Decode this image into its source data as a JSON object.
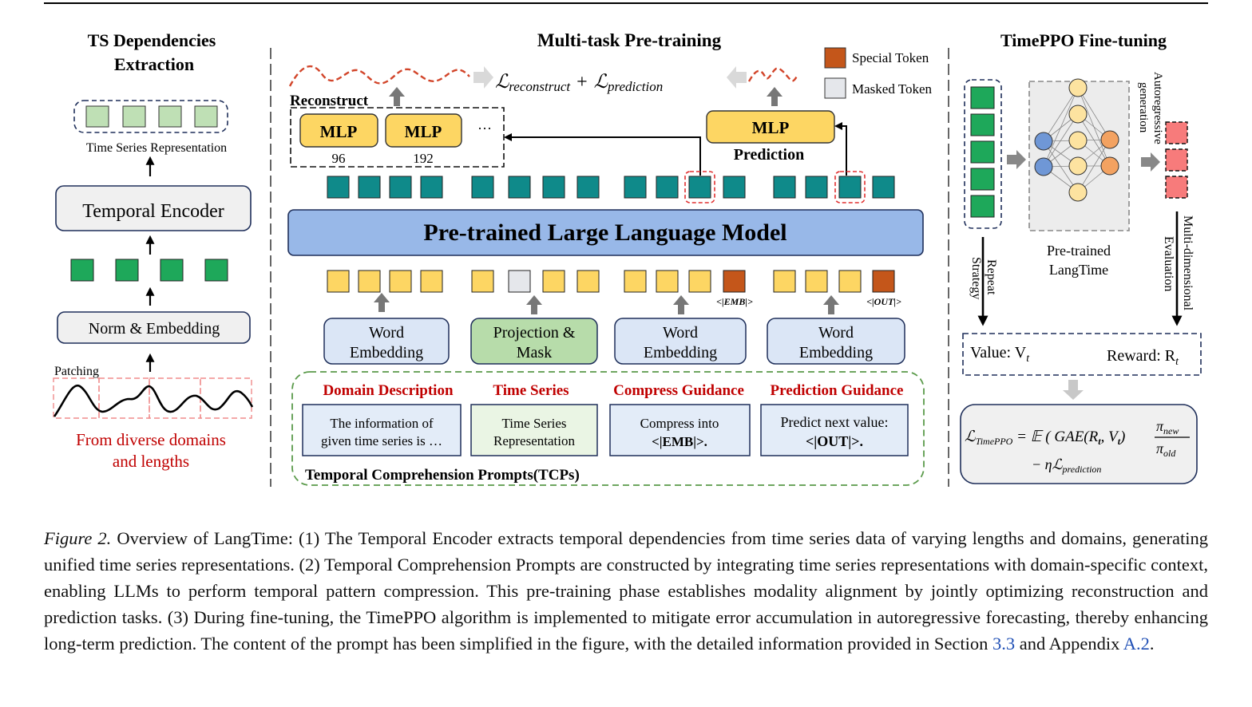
{
  "colors": {
    "teal": "#0f8a8a",
    "green": "#1ea85a",
    "light_green": "#bfe0b5",
    "yellow": "#fdd663",
    "special": "#c4561a",
    "masked": "#e5e7eb",
    "llm_blue": "#98b8e8",
    "embed_blue": "#dbe6f6",
    "proj_green": "#b7dcaa",
    "red_text": "#c00000",
    "pink": "#f77b7b",
    "node_blue": "#6f97d6",
    "node_yellow": "#fde3a0",
    "node_orange": "#f3a261"
  },
  "left": {
    "title_line1": "TS Dependencies",
    "title_line2": "Extraction",
    "repr_label": "Time Series Representation",
    "encoder": "Temporal Encoder",
    "norm": "Norm & Embedding",
    "patching": "Patching",
    "source_line1": "From diverse domains",
    "source_line2": "and lengths"
  },
  "middle": {
    "title": "Multi-task Pre-training",
    "legend_special": "Special Token",
    "legend_masked": "Masked Token",
    "reconstruct_label": "Reconstruct",
    "loss_recon": "ℒ",
    "loss_recon_sub": "reconstruct",
    "loss_plus": "+",
    "loss_pred": "ℒ",
    "loss_pred_sub": "prediction",
    "mlp": "MLP",
    "mlp_96": "96",
    "mlp_192": "192",
    "ellipsis": "···",
    "prediction_label": "Prediction",
    "llm": "Pre-trained Large Language Model",
    "emb_token": "<|EMB|>",
    "out_token": "<|OUT|>",
    "word_emb_1a": "Word",
    "word_emb_1b": "Embedding",
    "proj_a": "Projection &",
    "proj_b": "Mask",
    "word_emb_2a": "Word",
    "word_emb_2b": "Embedding",
    "word_emb_3a": "Word",
    "word_emb_3b": "Embedding",
    "domain_title": "Domain Description",
    "domain_line1": "The information of",
    "domain_line2": "given time series is …",
    "ts_title": "Time Series",
    "ts_line1": "Time Series",
    "ts_line2": "Representation",
    "compress_title": "Compress Guidance",
    "compress_line1": "Compress into",
    "compress_line2": "<|EMB|>.",
    "pred_title": "Prediction Guidance",
    "pred_line1": "Predict next value:",
    "pred_line2": "<|OUT|>.",
    "tcp_label": "Temporal Comprehension Prompts(TCPs)"
  },
  "right": {
    "title": "TimePPO Fine-tuning",
    "autoreg_1": "Autoregressive",
    "autoreg_2": "generation",
    "pretrained_1": "Pre-trained",
    "pretrained_2": "LangTime",
    "repeat_1": "Repeat",
    "repeat_2": "Strategy",
    "multidim_1": "Multi-dimensional",
    "multidim_2": "Evaluation",
    "value": "Value: V",
    "value_sub": "t",
    "reward": "Reward: R",
    "reward_sub": "t",
    "formula_line1": "ℒ",
    "formula_sub": "TimePPO",
    "formula_rest": " = 𝔼 ( GAE(R",
    "formula_mid": ", V",
    "formula_end": ") ",
    "pi_new": "π",
    "pi_new_sub": "new",
    "pi_old": "π",
    "pi_old_sub": "old",
    "formula_line2": "− ηℒ",
    "formula_line2_sub": "prediction"
  },
  "caption": {
    "fig_label": "Figure 2.",
    "text_part1": " Overview of LangTime: (1) The Temporal Encoder extracts temporal dependencies from time series data of varying lengths and domains, generating unified time series representations. (2) Temporal Comprehension Prompts are constructed by integrating time series representations with domain-specific context, enabling LLMs to perform temporal pattern compression. This pre-training phase establishes modality alignment by jointly optimizing reconstruction and prediction tasks. (3) During fine-tuning, the TimePPO algorithm is implemented to mitigate error accumulation in autoregressive forecasting, thereby enhancing long-term prediction. The content of the prompt has been simplified in the figure, with the detailed information provided in Section ",
    "ref1": "3.3",
    "text_part2": " and Appendix ",
    "ref2": "A.2",
    "text_part3": "."
  }
}
